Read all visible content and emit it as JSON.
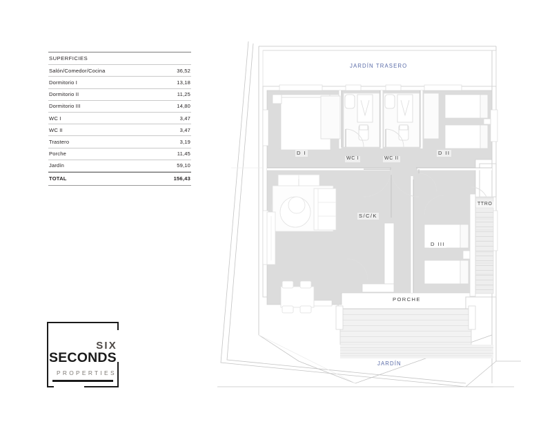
{
  "surfaces": {
    "header_label": "SUPERFICIES",
    "header_value": "",
    "rows": [
      {
        "label": "Salón/Comedor/Cocina",
        "value": "36,52"
      },
      {
        "label": "Dormitorio I",
        "value": "13,18"
      },
      {
        "label": "Dormitorio II",
        "value": "11,25"
      },
      {
        "label": "Dormitorio III",
        "value": "14,80"
      },
      {
        "label": "WC I",
        "value": "3,47"
      },
      {
        "label": "WC II",
        "value": "3,47"
      },
      {
        "label": "Trastero",
        "value": "3,19"
      },
      {
        "label": "Porche",
        "value": "11,45"
      },
      {
        "label": "Jardín",
        "value": "59,10"
      }
    ],
    "total": {
      "label": "TOTAL",
      "value": "156,43"
    }
  },
  "logo": {
    "line1": "SIX",
    "line2": "SECONDS",
    "line3": "PROPERTIES"
  },
  "plan": {
    "labels": {
      "jardin_trasero": "JARDÍN TRASERO",
      "jardin": "JARDÍN",
      "bedroom1": "D I",
      "bedroom2": "D II",
      "bedroom3": "D III",
      "wc1": "WC I",
      "wc2": "WC II",
      "living": "S/C/K",
      "storage": "TTRO",
      "porch": "PORCHE"
    },
    "colors": {
      "garden_text": "#5b6ca8",
      "room_text": "#3f3f3f",
      "wall": "#d9d9d9",
      "floor_fill": "#dcdcdc",
      "furniture_line": "#d4d4d4",
      "plot_line": "#c3c3c3"
    }
  }
}
